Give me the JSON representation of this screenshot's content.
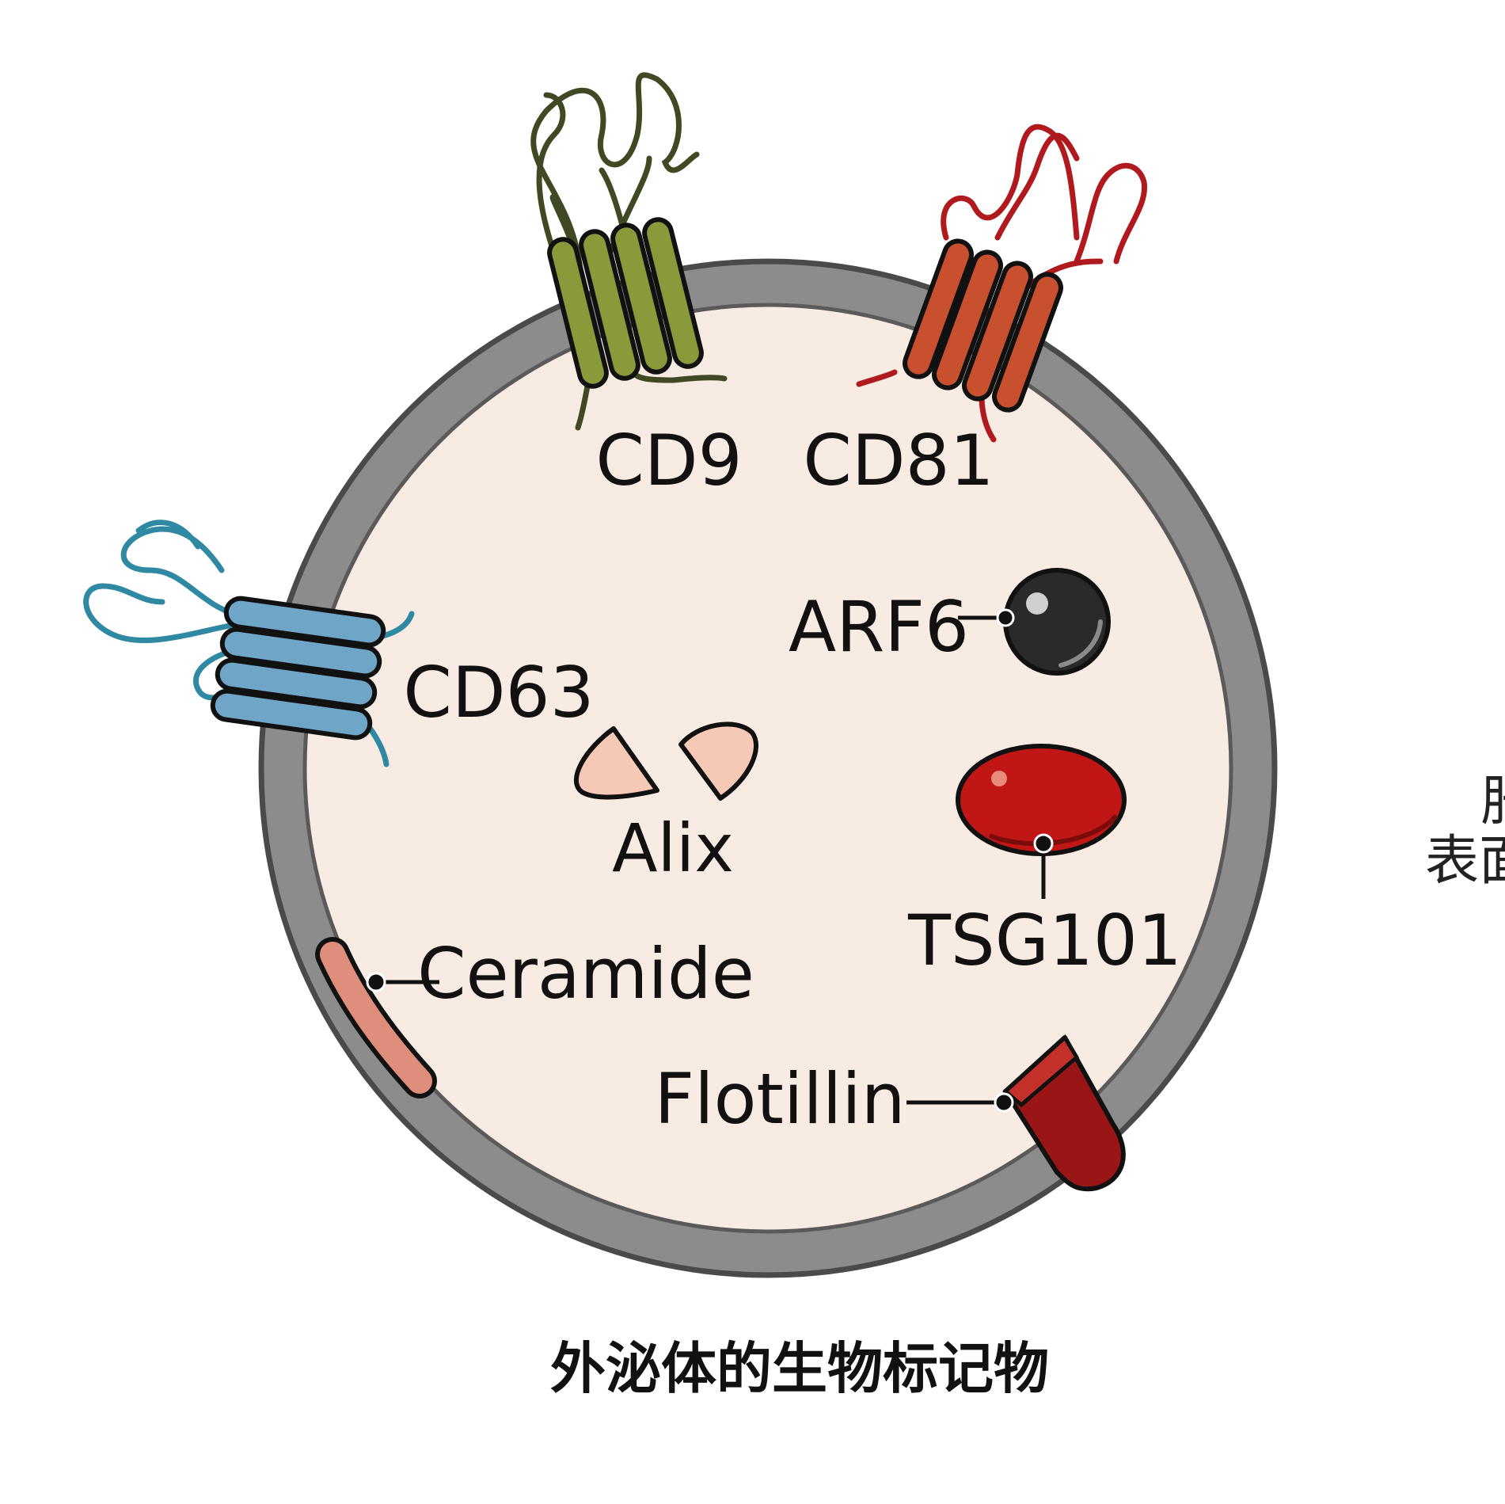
{
  "colors": {
    "background": "#ffffff",
    "membrane": "#8c8c8c",
    "membrane_edge": "#4a4a4a",
    "lumen": "#f7ebe3",
    "cd9": "#8a9a3a",
    "cd9_loop": "#3f4a24",
    "cd81": "#c8502e",
    "cd81_loop": "#b01a1e",
    "cd63": "#6fa6c7",
    "cd63_loop": "#2f89a3",
    "alix": "#f6c9b6",
    "arf6": "#2a2a2a",
    "tsg101": "#c01616",
    "ceramide": "#e08e7c",
    "flotillin": "#9a1515",
    "outline": "#111111"
  },
  "diagram": {
    "labels": {
      "cd9": "CD9",
      "cd81": "CD81",
      "cd63": "CD63",
      "arf6": "ARF6",
      "alix": "Alix",
      "tsg101": "TSG101",
      "ceramide": "Ceramide",
      "flotillin": "Flotillin"
    },
    "caption": "外泌体的生物标记物",
    "side_text": [
      "肝",
      "表面"
    ]
  }
}
